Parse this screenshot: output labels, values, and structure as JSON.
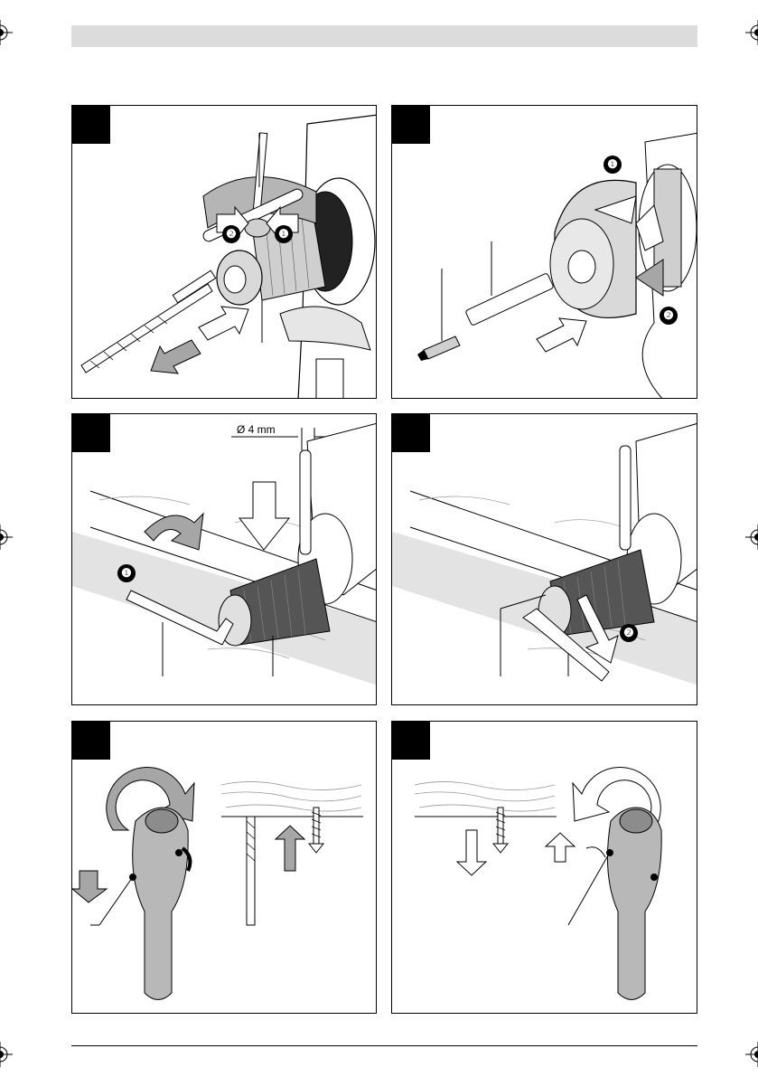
{
  "page": {
    "header_text": "",
    "panels": [
      {
        "id": "fig-a",
        "callouts": [
          "❶",
          "❷"
        ]
      },
      {
        "id": "fig-b",
        "callouts": [
          "❶",
          "❷"
        ]
      },
      {
        "id": "fig-c",
        "callouts": [
          "❶"
        ],
        "dimension_label": "Ø 4 mm"
      },
      {
        "id": "fig-d",
        "callouts": [
          "❷"
        ]
      },
      {
        "id": "fig-e",
        "callouts": []
      },
      {
        "id": "fig-f",
        "callouts": []
      }
    ]
  },
  "colors": {
    "header_bar": "#dcdcdc",
    "arrow_gray": "#a6a6a6",
    "drill_gray": "#b8b8b8"
  },
  "icons": [
    "registration-mark-icon",
    "drill-bit-icon",
    "screw-icon",
    "bit-holder-icon",
    "hex-key-icon",
    "chuck-key-icon"
  ]
}
